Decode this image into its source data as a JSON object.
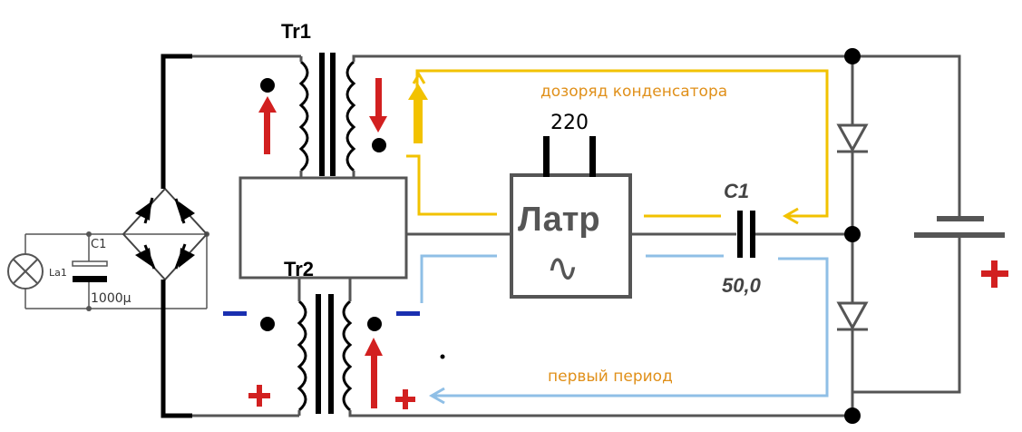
{
  "labels": {
    "tr1": "Tr1",
    "tr2": "Tr2",
    "c1_left": "C1",
    "la1": "La1",
    "c1_left_value": "1000µ",
    "voltage": "220",
    "latr": "Латр",
    "latr_symbol": "∿",
    "c1_right": "C1",
    "c1_right_value": "50,0",
    "plus_battery": "+",
    "plus_tr2_left": "+",
    "plus_tr2_right": "+",
    "minus_tr2_left": "–",
    "minus_tr2_right": "–",
    "recharge_caption": "дозоряд  конденсатора",
    "first_period_caption": "первый  период"
  },
  "colors": {
    "wire": "#555555",
    "bold_wire": "#000000",
    "arrow_red": "#d22020",
    "path_yellow": "#f2c200",
    "path_blue": "#8fbfe6",
    "caption_orange": "#e0901a",
    "minus_blue": "#1a2fb0"
  }
}
